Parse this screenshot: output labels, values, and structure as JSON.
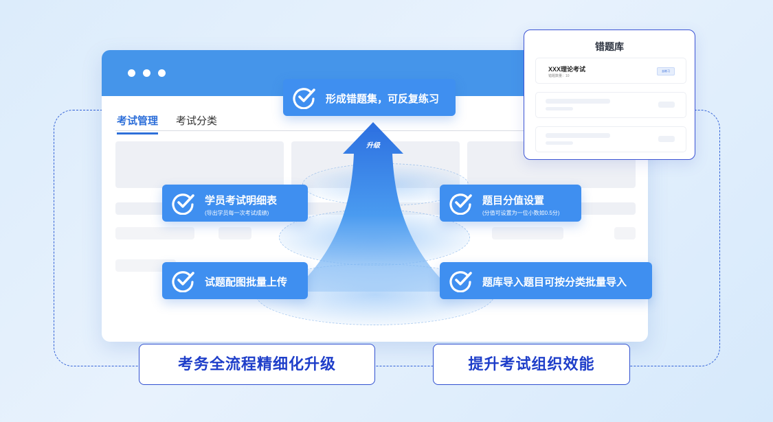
{
  "window": {
    "tabs": [
      "考试管理",
      "考试分类"
    ],
    "active_tab": 0
  },
  "arrow": {
    "label": "升级"
  },
  "features": {
    "top": {
      "title": "形成错题集，可反复练习"
    },
    "left_1": {
      "title": "学员考试明细表",
      "subtitle": "(导出学员每一次考试成绩)"
    },
    "left_2": {
      "title": "试题配图批量上传"
    },
    "right_1": {
      "title": "题目分值设置",
      "subtitle": "(分值可设置为一位小数如0.5分)"
    },
    "right_2": {
      "title": "题库导入题目可按分类批量导入"
    }
  },
  "bottom_labels": [
    "考务全流程精细化升级",
    "提升考试组织效能"
  ],
  "wrong_bank": {
    "title": "错题库",
    "item": {
      "name": "XXX理论考试",
      "count_label": "错题数量：10",
      "button": "去练习"
    }
  },
  "colors": {
    "accent": "#3f8ff0",
    "titlebar": "#4595ea",
    "outline": "#2f4fd0",
    "background": "#e2eefb"
  },
  "icons": [
    "check-circle-icon",
    "window-dot-icon",
    "upgrade-arrow-icon"
  ]
}
